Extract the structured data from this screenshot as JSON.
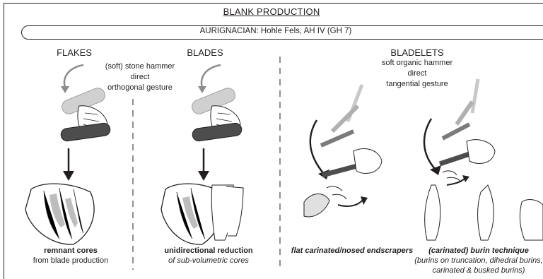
{
  "title": "BLANK PRODUCTION",
  "subtitle": "AURIGNACIAN: Hohle Fels, AH IV (GH 7)",
  "columns": {
    "flakes": "FLAKES",
    "blades": "BLADES",
    "bladelets": "BLADELETS"
  },
  "gesture_stone": {
    "line1": "(soft) stone hammer",
    "line2": "direct",
    "line3": "orthogonal gesture"
  },
  "gesture_organic": {
    "line1": "soft organic hammer",
    "line2": "direct",
    "line3": "tangential gesture"
  },
  "captions": {
    "flakes_title": "remnant cores",
    "flakes_sub": "from blade production",
    "blades_title": "unidirectional reduction",
    "blades_sub": "of sub-volumetric  cores",
    "endscrapers_title": "flat carinated/nosed endscrapers",
    "burin_title": "(carinated) burin technique",
    "burin_sub1": "(burins on truncation, dihedral burins,",
    "burin_sub2": "carinated & busked burins)"
  },
  "colors": {
    "ink": "#231f20",
    "hammer_dark": "#4d4d4d",
    "hammer_light": "#c8c8c8",
    "core_shade": "#bdbdbd"
  }
}
